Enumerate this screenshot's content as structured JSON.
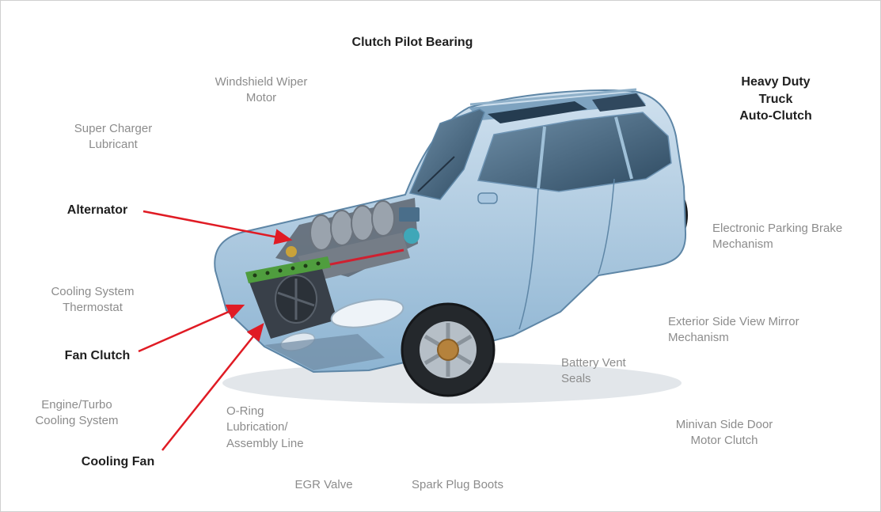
{
  "figure": {
    "title": "Clutch Pilot Bearing",
    "background_color": "#ffffff",
    "border_color": "#cfcfcf",
    "arrow_color": "#e01b24",
    "label_gray_color": "#8c8c8c",
    "label_dark_color": "#1f1f1f",
    "car_body_color": "#a9c7e0"
  },
  "labels": {
    "clutch_pilot_bearing": {
      "text": "Clutch Pilot Bearing",
      "emphasis": "bold"
    },
    "windshield_wiper_motor": {
      "text": "Windshield Wiper\nMotor",
      "emphasis": "normal"
    },
    "super_charger_lubricant": {
      "text": "Super Charger\nLubricant",
      "emphasis": "normal"
    },
    "heavy_duty_truck_auto_clutch": {
      "text": "Heavy Duty Truck\nAuto-Clutch",
      "emphasis": "bold"
    },
    "alternator": {
      "text": "Alternator",
      "emphasis": "bold",
      "has_arrow": true
    },
    "electronic_parking_brake": {
      "text": "Electronic Parking Brake\nMechanism",
      "emphasis": "normal"
    },
    "cooling_system_thermostat": {
      "text": "Cooling System\nThermostat",
      "emphasis": "normal"
    },
    "fan_clutch": {
      "text": "Fan Clutch",
      "emphasis": "bold",
      "has_arrow": true
    },
    "exterior_side_view_mirror": {
      "text": "Exterior Side View Mirror\nMechanism",
      "emphasis": "normal"
    },
    "battery_vent_seals": {
      "text": "Battery Vent\nSeals",
      "emphasis": "normal"
    },
    "engine_turbo_cooling_system": {
      "text": "Engine/Turbo\nCooling System",
      "emphasis": "normal"
    },
    "o_ring_lubrication": {
      "text": "O-Ring\nLubrication/\nAssembly Line",
      "emphasis": "normal"
    },
    "minivan_side_door_motor_clutch": {
      "text": "Minivan Side Door\nMotor Clutch",
      "emphasis": "normal"
    },
    "cooling_fan": {
      "text": "Cooling Fan",
      "emphasis": "bold",
      "has_arrow": true
    },
    "egr_valve": {
      "text": "EGR Valve",
      "emphasis": "normal"
    },
    "spark_plug_boots": {
      "text": "Spark Plug Boots",
      "emphasis": "normal"
    }
  }
}
